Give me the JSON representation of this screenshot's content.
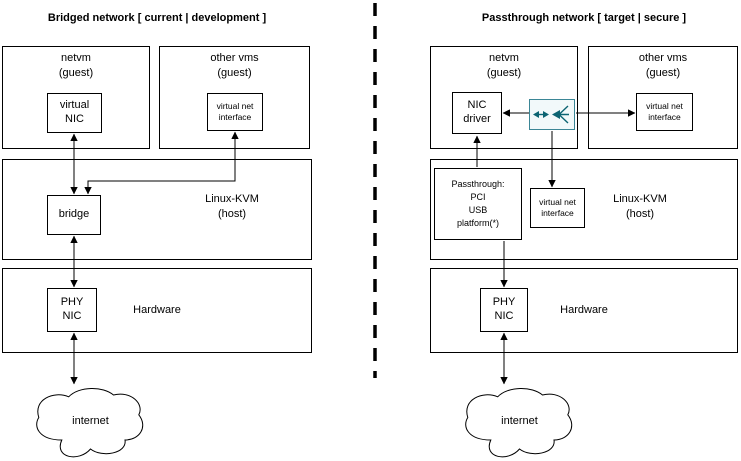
{
  "diagram": {
    "left": {
      "title": "Bridged network [ current | development ]",
      "netvm_label": "netvm\n(guest)",
      "virtual_nic": "virtual\nNIC",
      "othervms_label": "other vms\n(guest)",
      "virtual_net_interface": "virtual net\ninterface",
      "host_label": "Linux-KVM\n(host)",
      "bridge": "bridge",
      "hardware_label": "Hardware",
      "phy_nic": "PHY\nNIC",
      "internet": "internet"
    },
    "right": {
      "title": "Passthrough network [ target | secure ]",
      "netvm_label": "netvm\n(guest)",
      "nic_driver": "NIC\ndriver",
      "othervms_label": "other vms\n(guest)",
      "virtual_net_interface_guest": "virtual net\ninterface",
      "host_label": "Linux-KVM\n(host)",
      "passthrough": "Passthrough:\nPCI\nUSB\nplatform(*)",
      "virtual_net_interface_host": "virtual net\ninterface",
      "hardware_label": "Hardware",
      "phy_nic": "PHY\nNIC",
      "internet": "internet"
    }
  },
  "colors": {
    "switch_border": "#3b8696",
    "switch_fill": "#f2f9fa",
    "switch_accent": "#0c6472",
    "line": "#000000"
  }
}
